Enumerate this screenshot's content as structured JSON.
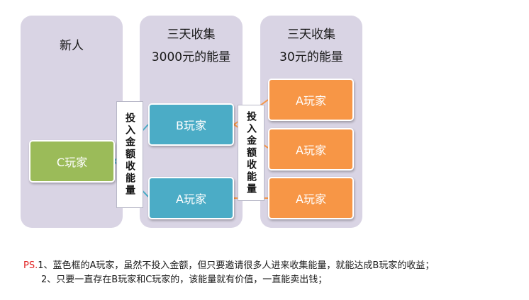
{
  "columns": {
    "newcomer": {
      "title": "新人"
    },
    "mid": {
      "title_line1": "三天收集",
      "title_line2": "3000元的能量"
    },
    "right": {
      "title_line1": "三天收集",
      "title_line2": "30元的能量"
    }
  },
  "nodes": {
    "c_player": "C玩家",
    "b_player": "B玩家",
    "a_player_mid": "A玩家",
    "a_player_top": "A玩家",
    "a_player_middle": "A玩家",
    "a_player_bottom": "A玩家"
  },
  "connector_labels": {
    "left": "投入金额收能量",
    "right": "投入金额收能量"
  },
  "colors": {
    "green": "#9bbb59",
    "blue": "#4bacc6",
    "orange": "#f79646",
    "column_bg": "#d9d4e4",
    "ps_red": "#e02020"
  },
  "notes": {
    "ps_prefix": "PS.",
    "line1": "1、蓝色框的A玩家，虽然不投入金额，但只要邀请很多人进来收集能量，就能达成B玩家的收益；",
    "line2": "2、只要一直存在B玩家和C玩家的，该能量就有价值，一直能卖出钱；"
  }
}
